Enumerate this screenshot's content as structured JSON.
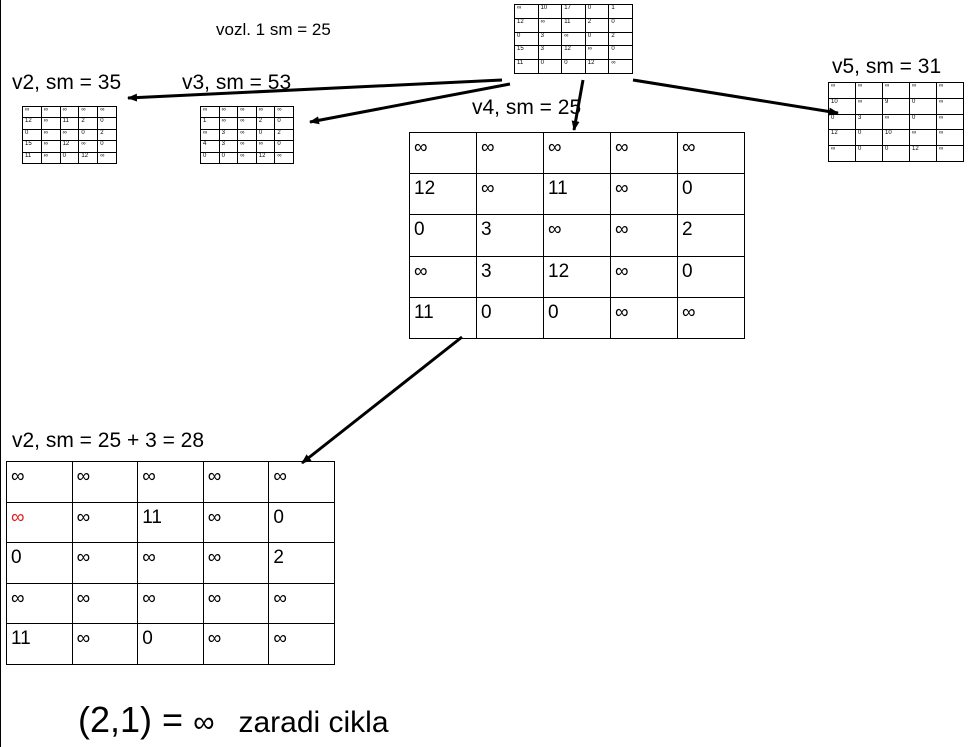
{
  "labels": {
    "root": "vozl. 1 sm = 25",
    "v2": "v2, sm = 35",
    "v3": "v3, sm = 53",
    "v4": "v4, sm = 25",
    "v5": "v5, sm = 31",
    "v2b": "v2, sm = 25 + 3 = 28",
    "conclusion_prefix": "(2,1) = ",
    "conclusion_symbol": "∞",
    "conclusion_suffix": "zaradi cikla"
  },
  "matrices": {
    "root": [
      [
        "∞",
        "10",
        "17",
        "0",
        "1"
      ],
      [
        "12",
        "∞",
        "11",
        "2",
        "0"
      ],
      [
        "0",
        "3",
        "∞",
        "0",
        "2"
      ],
      [
        "15",
        "3",
        "12",
        "∞",
        "0"
      ],
      [
        "11",
        "0",
        "0",
        "12",
        "∞"
      ]
    ],
    "v2": [
      [
        "∞",
        "∞",
        "∞",
        "∞",
        "∞"
      ],
      [
        "12",
        "∞",
        "11",
        "2",
        "0"
      ],
      [
        "0",
        "∞",
        "∞",
        "0",
        "2"
      ],
      [
        "15",
        "∞",
        "12",
        "∞",
        "0"
      ],
      [
        "11",
        "∞",
        "0",
        "12",
        "∞"
      ]
    ],
    "v3": [
      [
        "∞",
        "∞",
        "∞",
        "∞",
        "∞"
      ],
      [
        "1",
        "∞",
        "∞",
        "2",
        "0"
      ],
      [
        "∞",
        "3",
        "∞",
        "0",
        "2"
      ],
      [
        "4",
        "3",
        "∞",
        "∞",
        "0"
      ],
      [
        "0",
        "0",
        "∞",
        "12",
        "∞"
      ]
    ],
    "v4": [
      [
        "∞",
        "∞",
        "∞",
        "∞",
        "∞"
      ],
      [
        "12",
        "∞",
        "11",
        "∞",
        "0"
      ],
      [
        "0",
        "3",
        "∞",
        "∞",
        "2"
      ],
      [
        "∞",
        "3",
        "12",
        "∞",
        "0"
      ],
      [
        "11",
        "0",
        "0",
        "∞",
        "∞"
      ]
    ],
    "v5": [
      [
        "∞",
        "∞",
        "∞",
        "∞",
        "∞"
      ],
      [
        "10",
        "∞",
        "9",
        "0",
        "∞"
      ],
      [
        "0",
        "3",
        "∞",
        "0",
        "∞"
      ],
      [
        "12",
        "0",
        "10",
        "∞",
        "∞"
      ],
      [
        "∞",
        "0",
        "0",
        "12",
        "∞"
      ]
    ],
    "v2b": [
      [
        "∞",
        "∞",
        "∞",
        "∞",
        "∞"
      ],
      [
        "∞",
        "∞",
        "11",
        "∞",
        "0"
      ],
      [
        "0",
        "∞",
        "∞",
        "∞",
        "2"
      ],
      [
        "∞",
        "∞",
        "∞",
        "∞",
        "∞"
      ],
      [
        "11",
        "∞",
        "0",
        "∞",
        "∞"
      ]
    ]
  },
  "highlight": {
    "matrix": "v2b",
    "row": 1,
    "col": 0,
    "color": "#e02020"
  }
}
